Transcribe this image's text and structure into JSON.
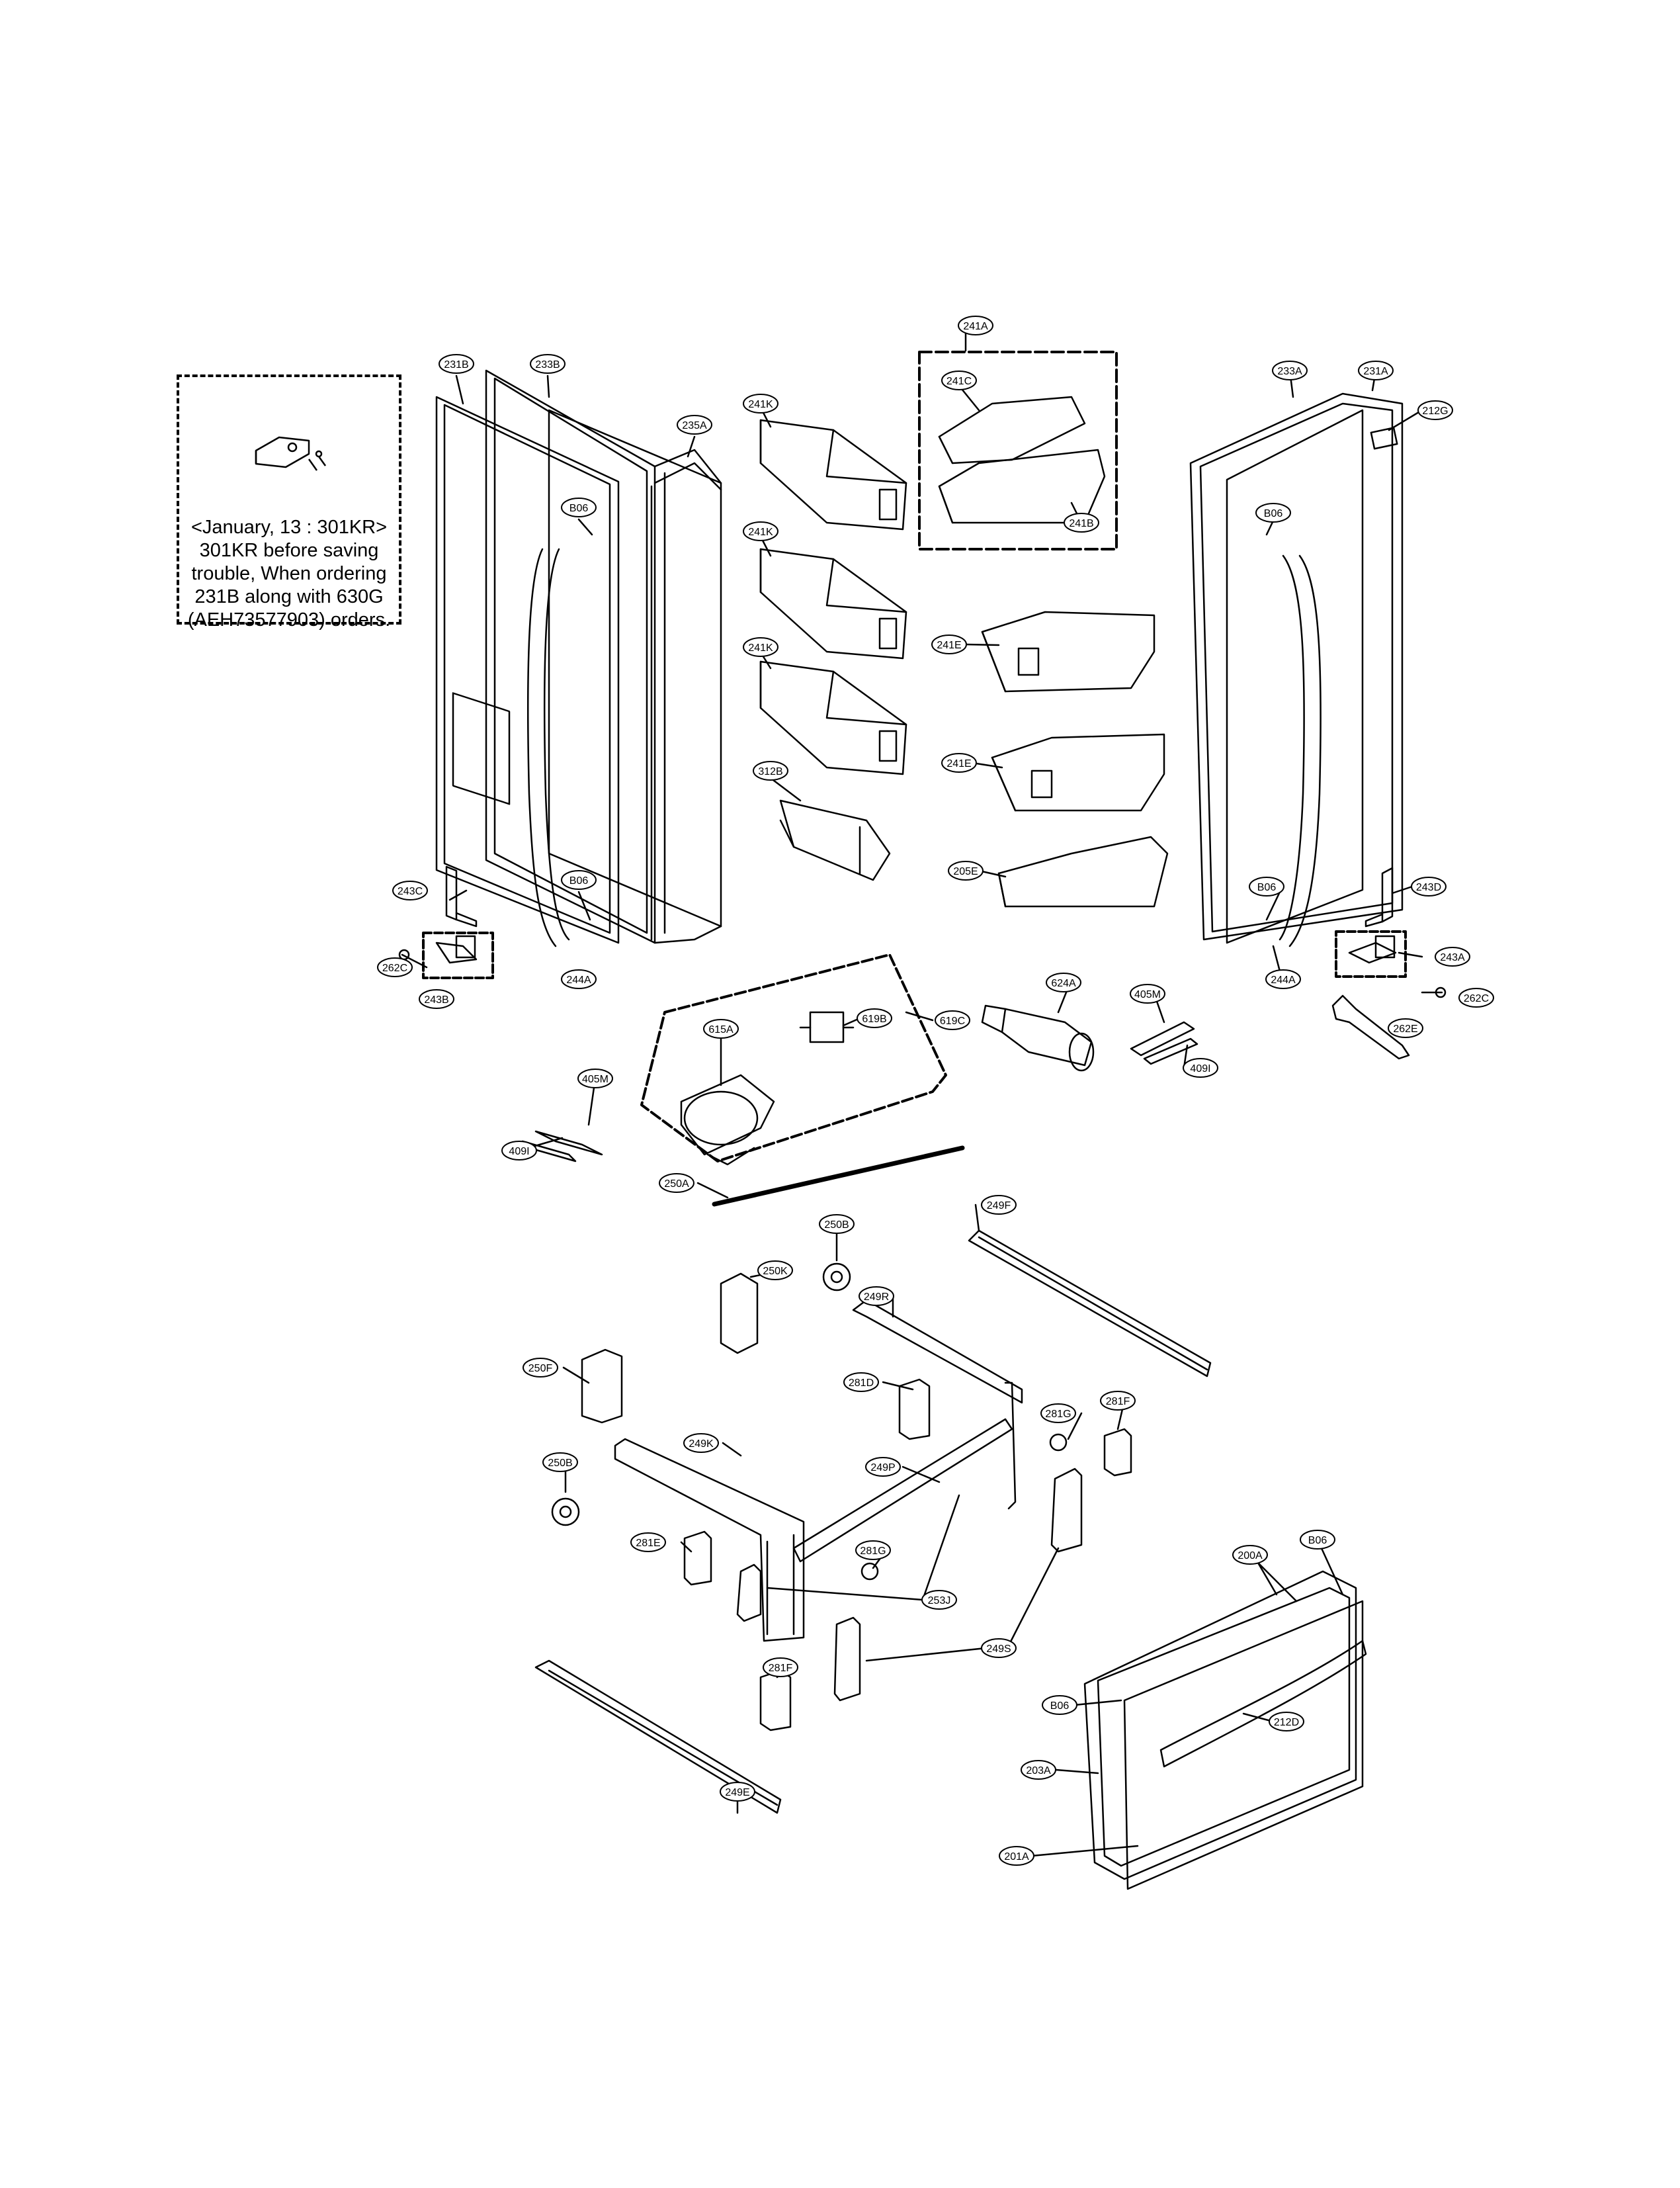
{
  "note": {
    "part": "630G",
    "lines": [
      "<January, 13 : 301KR>",
      "301KR before saving",
      "trouble, When ordering",
      "231B along with 630G",
      "(AEH73577903) orders."
    ]
  },
  "labels": [
    "231B",
    "233B",
    "235A",
    "B06",
    "B06",
    "243C",
    "262C",
    "243B",
    "244A",
    "241A",
    "241C",
    "241B",
    "241K",
    "241K",
    "241K",
    "312B",
    "241E",
    "241E",
    "205E",
    "233A",
    "231A",
    "212G",
    "B06",
    "B06",
    "243D",
    "243A",
    "262C",
    "262E",
    "244A",
    "615A",
    "619B",
    "619C",
    "624A",
    "405M",
    "409I",
    "405M",
    "409I",
    "250A",
    "250B",
    "250K",
    "249F",
    "249R",
    "250F",
    "281D",
    "281G",
    "281F",
    "249K",
    "249P",
    "250B",
    "281E",
    "281G",
    "253J",
    "249S",
    "281F",
    "249E",
    "200A",
    "B06",
    "B06",
    "212D",
    "203A",
    "201A"
  ]
}
